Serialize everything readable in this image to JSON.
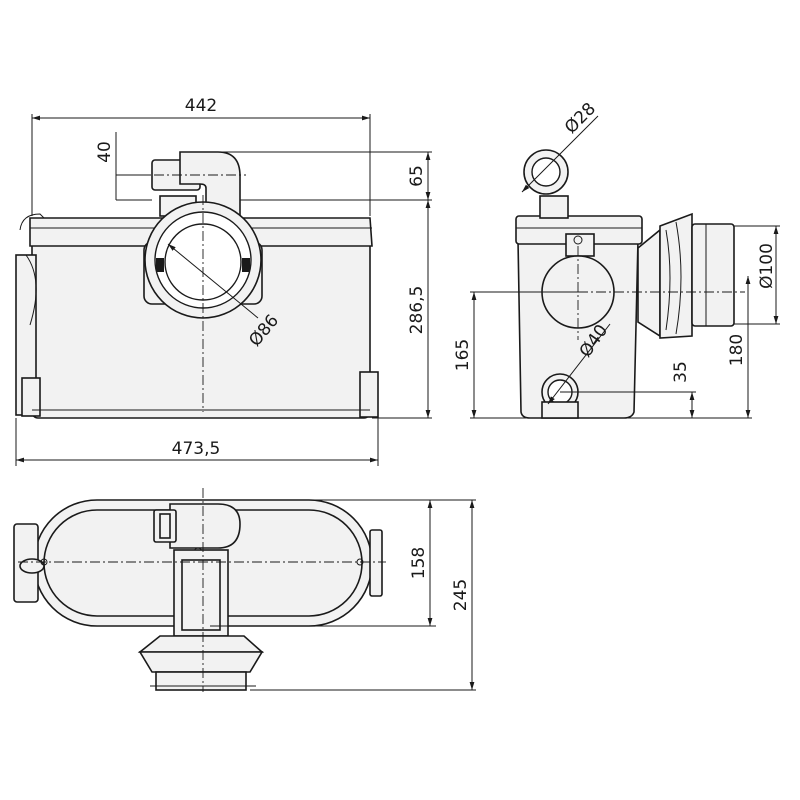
{
  "dimensions": {
    "front_width_top": "442",
    "front_width_bottom": "473,5",
    "front_inlet_offset": "40",
    "front_outlet_height": "65",
    "front_height": "286,5",
    "front_inlet_diameter": "Ø86",
    "side_outlet_diameter": "Ø28",
    "side_inlet_diameter": "Ø100",
    "side_inlet_height": "165",
    "side_center_height": "180",
    "side_aux_diameter": "Ø40",
    "side_aux_height": "35",
    "top_body_depth": "158",
    "top_total_depth": "245"
  }
}
